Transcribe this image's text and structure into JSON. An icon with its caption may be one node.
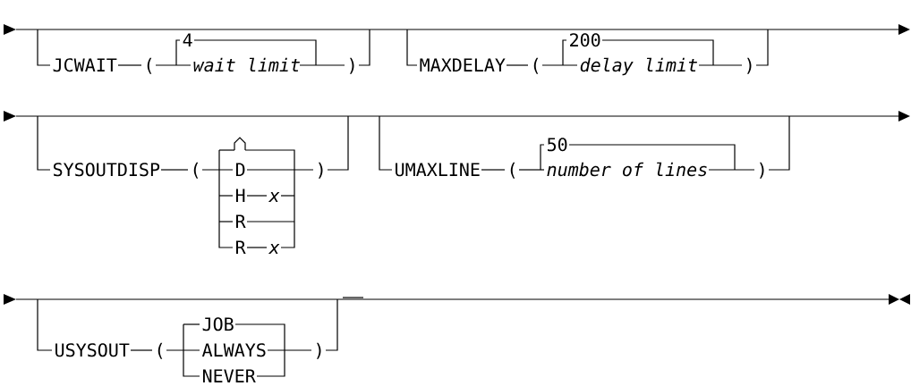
{
  "diagram": {
    "labels": [
      "JCWAIT",
      "(",
      "4",
      "wait limit",
      ")",
      "MAXDELAY",
      "(",
      "200",
      "delay limit",
      ")",
      "SYSOUTDISP",
      "(",
      "D",
      "H",
      "x",
      "R",
      "R",
      "x",
      ")",
      "UMAXLINE",
      "(",
      "50",
      "number of lines",
      ")",
      "USYSOUT",
      "(",
      "JOB",
      "ALWAYS",
      "NEVER",
      ")"
    ]
  }
}
